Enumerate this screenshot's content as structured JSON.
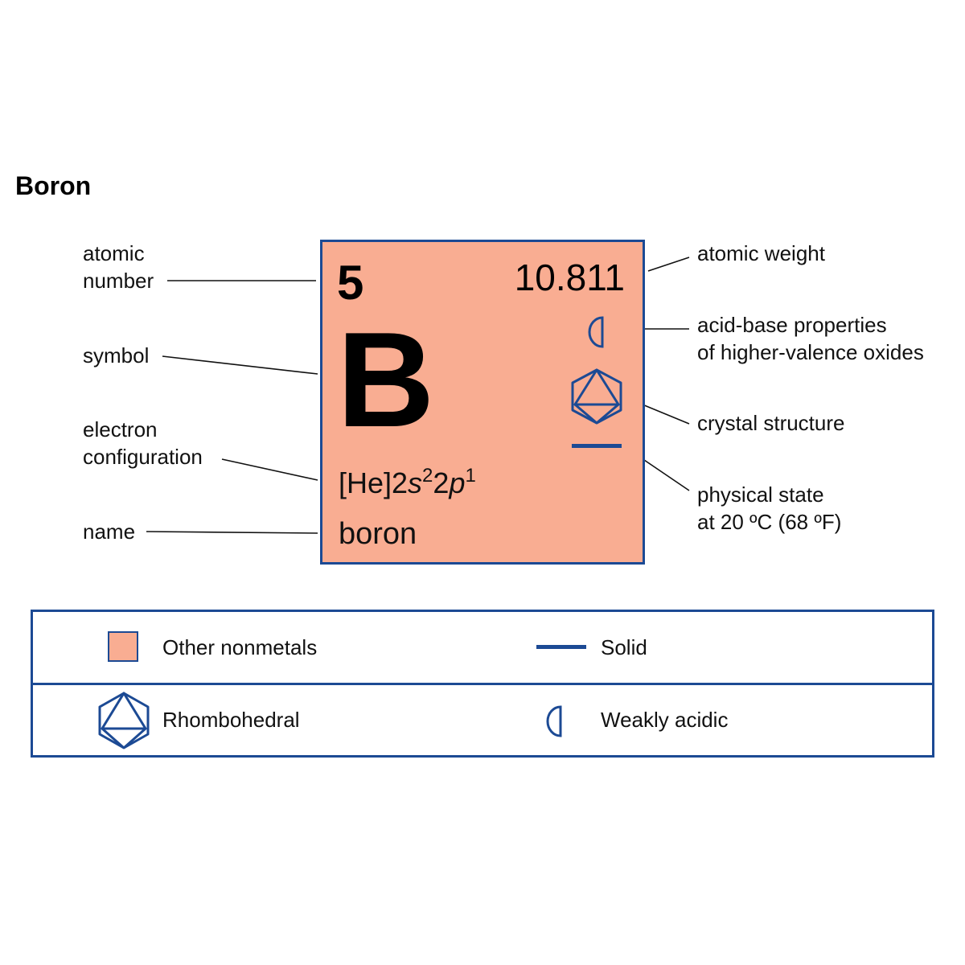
{
  "title": "Boron",
  "colors": {
    "tile_fill": "#f9ad92",
    "border_blue": "#1c4a94"
  },
  "labels": {
    "atomic_number": [
      "atomic",
      "number"
    ],
    "symbol": "symbol",
    "electron_configuration": [
      "electron",
      "configuration"
    ],
    "name": "name",
    "atomic_weight": "atomic weight",
    "acid_base": [
      "acid-base properties",
      "of higher-valence oxides"
    ],
    "crystal_structure": "crystal structure",
    "physical_state": [
      "physical state",
      "at 20 ºC (68 ºF)"
    ]
  },
  "tile": {
    "atomic_number": "5",
    "atomic_weight": "10.811",
    "symbol": "B",
    "config": {
      "core": "[He]2",
      "orbital1": "s",
      "exp1": "2",
      "mid": "2",
      "orbital2": "p",
      "exp2": "1"
    },
    "name": "boron",
    "icons": [
      "half-circle-icon",
      "rhombohedral-icon",
      "solid-bar-icon"
    ]
  },
  "legend": {
    "category": "Other nonmetals",
    "state": "Solid",
    "crystal": "Rhombohedral",
    "acidity": "Weakly acidic"
  }
}
